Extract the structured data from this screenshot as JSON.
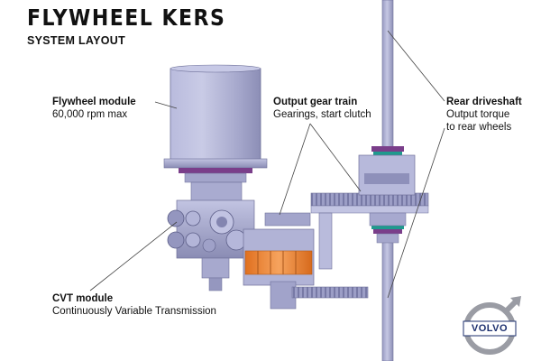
{
  "title": "FLYWHEEL KERS",
  "subtitle": "SYSTEM LAYOUT",
  "labels": {
    "flywheel": {
      "head": "Flywheel module",
      "sub": "60,000 rpm max"
    },
    "output": {
      "head": "Output gear train",
      "sub": "Gearings, start clutch"
    },
    "rear": {
      "head": "Rear driveshaft",
      "sub1": "Output torque",
      "sub2": "to rear wheels"
    },
    "cvt": {
      "head": "CVT module",
      "sub": "Continuously Variable Transmission"
    }
  },
  "logo": {
    "text": "VOLVO"
  },
  "colors": {
    "metal": "#a9acd0",
    "metal_dark": "#6e7099",
    "accent_orange": "#f08a3a",
    "accent_teal": "#1f9a8e",
    "accent_purple": "#7a3e8a",
    "logo_blue": "#1c2f6e"
  }
}
